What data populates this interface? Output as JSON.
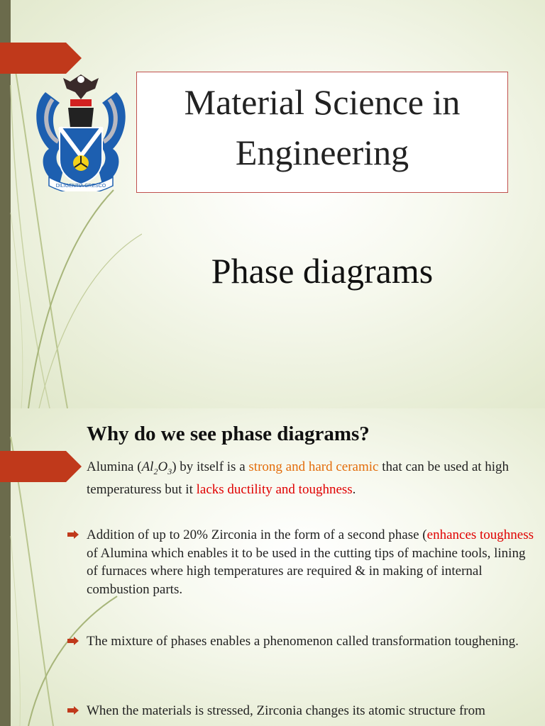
{
  "slide1": {
    "title_line1": "Material Science in",
    "title_line2": "Engineering",
    "subtitle": "Phase diagrams",
    "crest_motto": "DILIGENTIA CRESCO"
  },
  "slide2": {
    "heading": "Why do we see phase diagrams?",
    "p1": {
      "a": "Alumina (",
      "math_al": "Al",
      "math_2": "2",
      "math_o": "O",
      "math_3": "3",
      "b": ") by itself is a ",
      "c": "strong and hard ceramic",
      "d": " that can be used at high temperaturess but it ",
      "e": "lacks ductility and toughness",
      "f": "."
    },
    "p2": {
      "a": "Addition of up to 20% Zirconia in the form of a second phase (",
      "b": "enhances toughness",
      "c": " of Alumina which enables it to be used in the cutting tips of machine tools, lining of furnaces where high temperatures are required & in making of internal combustion parts."
    },
    "p3": " The mixture of phases enables a phenomenon called transformation toughening.",
    "p4": "When the materials is stressed, Zirconia changes its atomic structure from"
  },
  "colors": {
    "accent_tab": "#c0391b",
    "sidebar": "#6b6b4c",
    "orange_text": "#e36c0a",
    "red_text": "#e00000",
    "title_border": "#c0504d"
  }
}
